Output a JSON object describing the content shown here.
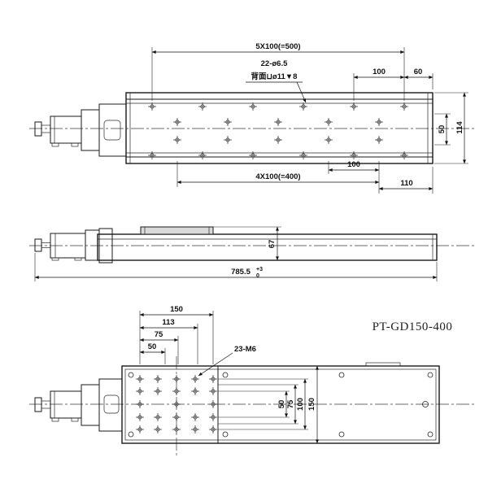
{
  "drawing": {
    "part_number": "PT-GD150-400",
    "top_view": {
      "dim_5x100": "5X100(=500)",
      "holes_label": "22-ø6.5",
      "back_note": "背面⊔ø11▼8",
      "dim_100_top": "100",
      "dim_60": "60",
      "dim_50": "50",
      "dim_114": "114",
      "dim_4x100": "4X100(=400)",
      "dim_100_bottom": "100",
      "dim_110": "110"
    },
    "side_view": {
      "dim_67": "67",
      "dim_length": "785.5",
      "dim_length_tol_upper": "+3",
      "dim_length_tol_lower": "0"
    },
    "bottom_view": {
      "dim_150_h": "150",
      "dim_113": "113",
      "dim_75_h": "75",
      "dim_50_h": "50",
      "holes_label": "23-M6",
      "dim_50_v": "50",
      "dim_75_v": "75",
      "dim_100_v": "100",
      "dim_150_v": "150"
    }
  }
}
